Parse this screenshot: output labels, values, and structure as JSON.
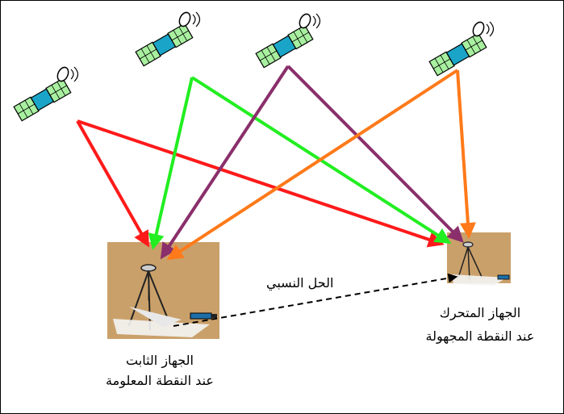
{
  "labels": {
    "fixed_receiver_line1": "الجهاز الثابت",
    "fixed_receiver_line2": "عند النقطة المعلومة",
    "mobile_receiver_line1": "الجهاز المتحرك",
    "mobile_receiver_line2": "عند النقطة المجهولة",
    "baseline": "الحل النسبي"
  },
  "colors": {
    "satellite_1": "#ff1a1a",
    "satellite_2": "#22ee22",
    "satellite_3": "#8a2f6b",
    "satellite_4": "#ff7a1a",
    "ground_patch": "#caa06a",
    "baseline": "#000000"
  },
  "icons": [
    "satellite-icon",
    "tripod-receiver-icon",
    "antenna-icon"
  ]
}
